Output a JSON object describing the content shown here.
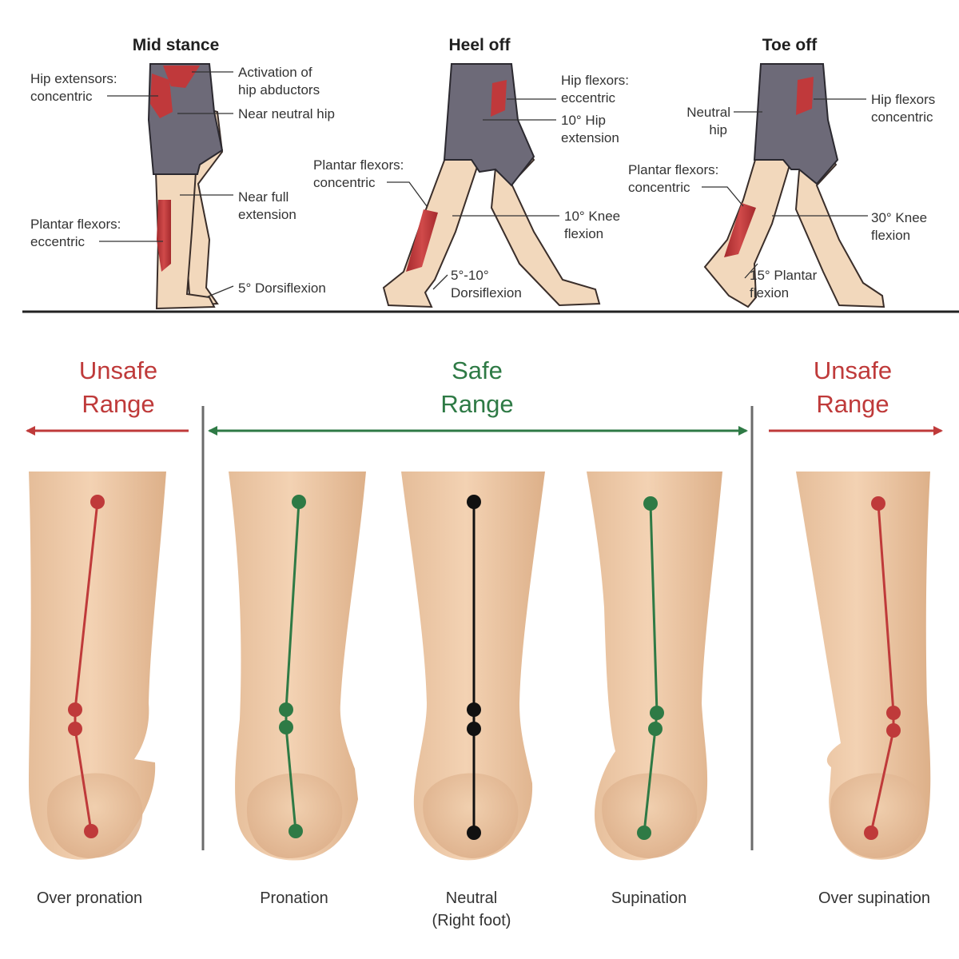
{
  "gait": {
    "phases": [
      {
        "title": "Mid stance",
        "labels": {
          "hip_extensors": [
            "Hip extensors:",
            "concentric"
          ],
          "hip_abductors": [
            "Activation of",
            "hip abductors"
          ],
          "hip": [
            "Near neutral hip"
          ],
          "knee": [
            "Near full",
            "extension"
          ],
          "plantar_flexors": [
            "Plantar flexors:",
            "eccentric"
          ],
          "ankle": [
            "5° Dorsiflexion"
          ]
        }
      },
      {
        "title": "Heel off",
        "labels": {
          "hip_flexors": [
            "Hip flexors:",
            "eccentric"
          ],
          "hip": [
            "10° Hip",
            "extension"
          ],
          "plantar_flexors": [
            "Plantar flexors:",
            "concentric"
          ],
          "knee": [
            "10° Knee",
            "flexion"
          ],
          "ankle": [
            "5°-10°",
            "Dorsiflexion"
          ]
        }
      },
      {
        "title": "Toe off",
        "labels": {
          "hip": [
            "Neutral",
            "hip"
          ],
          "hip_flexors": [
            "Hip flexors",
            "concentric"
          ],
          "plantar_flexors": [
            "Plantar flexors:",
            "concentric"
          ],
          "knee": [
            "30° Knee",
            "flexion"
          ],
          "ankle": [
            "15° Plantar",
            "flexion"
          ]
        }
      }
    ]
  },
  "ranges": {
    "left": {
      "line1": "Unsafe",
      "line2": "Range"
    },
    "center": {
      "line1": "Safe",
      "line2": "Range"
    },
    "right": {
      "line1": "Unsafe",
      "line2": "Range"
    }
  },
  "feet": [
    {
      "caption": [
        "Over pronation"
      ],
      "zone": "unsafe"
    },
    {
      "caption": [
        "Pronation"
      ],
      "zone": "safe"
    },
    {
      "caption": [
        "Neutral",
        "(Right foot)"
      ],
      "zone": "neutral"
    },
    {
      "caption": [
        "Supination"
      ],
      "zone": "safe"
    },
    {
      "caption": [
        "Over supination"
      ],
      "zone": "unsafe"
    }
  ],
  "colors": {
    "unsafe": "#bf3a3a",
    "safe": "#2e7a45",
    "neutral": "#111111",
    "skin": "#f2d8bc",
    "skin_shade": "#e2b892",
    "shorts": "#6d6a78",
    "muscle": "#c0393b"
  }
}
